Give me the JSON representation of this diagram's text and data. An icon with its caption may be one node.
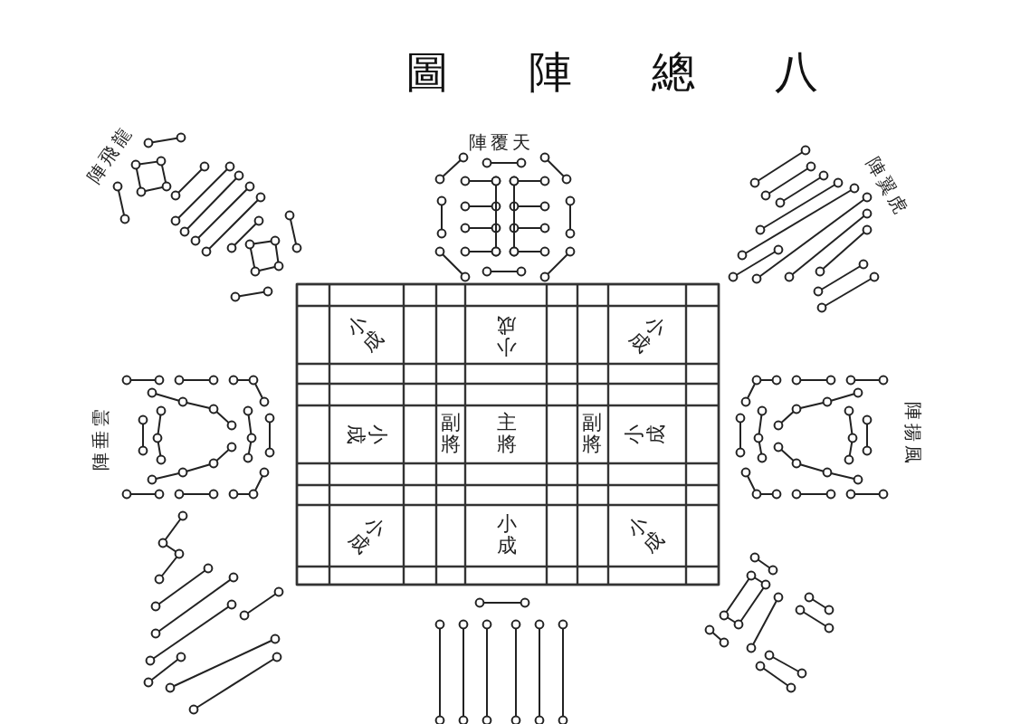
{
  "diagram": {
    "title": "圖陣總八",
    "labels": [
      "陣覆天",
      "陣飛龍",
      "陣翼虎",
      "陣垂雲",
      "陣揚風",
      "小成",
      "小成",
      "小成",
      "小成",
      "副將",
      "主將",
      "副將",
      "小成",
      "小成",
      "小成",
      "小成"
    ]
  }
}
